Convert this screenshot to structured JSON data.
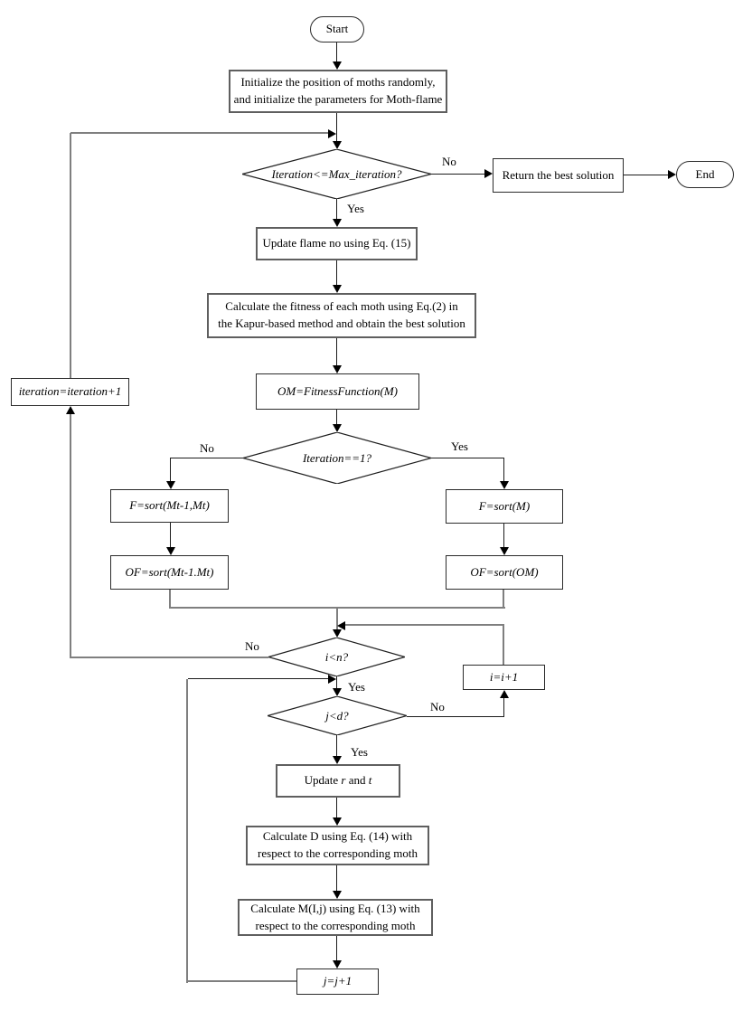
{
  "canvas": {
    "background": "#ffffff",
    "line_color": "#1c1c1c",
    "loop_line_color": "#7f7f7f"
  },
  "nodes": {
    "start": {
      "label": "Start"
    },
    "init": {
      "line1": "Initialize the position of moths randomly,",
      "line2": "and initialize the parameters for Moth-flame"
    },
    "d_iteration_max": {
      "label": "Iteration<=Max_iteration?"
    },
    "return_best": {
      "label": "Return the best solution"
    },
    "end": {
      "label": "End"
    },
    "update_flame": {
      "label": "Update flame no using Eq. (15)"
    },
    "calc_fitness": {
      "line1": "Calculate the fitness of each moth using Eq.(2) in",
      "line2": "the Kapur-based method and obtain the best solution"
    },
    "om": {
      "label": "OM=FitnessFunction(M)"
    },
    "d_iteration_one": {
      "label": "Iteration==1?"
    },
    "f_sort_prev": {
      "label": "F=sort(Mt-1,Mt)"
    },
    "of_sort_prev": {
      "label": "OF=sort(Mt-1.Mt)"
    },
    "f_sort_m": {
      "label": "F=sort(M)"
    },
    "of_sort_om": {
      "label": "OF=sort(OM)"
    },
    "iteration_inc": {
      "label": "iteration=iteration+1"
    },
    "d_i_n": {
      "label": "i<n?"
    },
    "i_inc": {
      "label": "i=i+1"
    },
    "d_j_d": {
      "label": "j<d?"
    },
    "update_rt": {
      "part1": "Update ",
      "var1": "r",
      "part2": " and ",
      "var2": "t"
    },
    "calc_d": {
      "line1": "Calculate D using Eq. (14) with",
      "line2": "respect to the corresponding moth"
    },
    "calc_m": {
      "line1": "Calculate M(I,j) using Eq. (13) with",
      "line2": "respect to the corresponding moth"
    },
    "j_inc": {
      "label": "j=j+1"
    }
  },
  "edge_labels": {
    "d1_no": "No",
    "d1_yes": "Yes",
    "d2_no": "No",
    "d2_yes": "Yes",
    "d3_no": "No",
    "d3_yes": "Yes",
    "d4_no": "No",
    "d4_yes": "Yes"
  }
}
